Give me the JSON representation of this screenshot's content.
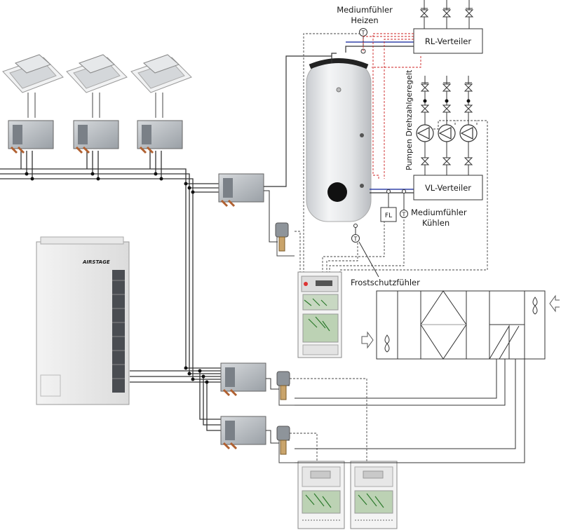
{
  "labels": {
    "medium_heizen_line1": "Mediumfühler",
    "medium_heizen_line2": "Heizen",
    "rl_verteiler": "RL-Verteiler",
    "vl_verteiler": "VL-Verteiler",
    "pumpen": "Pumpen Drehzahlgeregelt",
    "fl": "FL",
    "medium_kuehlen_line1": "Mediumfühler",
    "medium_kuehlen_line2": "Kühlen",
    "frostschutz": "Frostschutzfühler",
    "sensor_symbol": "T",
    "brand": "AIRSTAGE"
  },
  "colors": {
    "pipe": "#333333",
    "heating_return": "#cc2222",
    "cooling_line": "#3344aa",
    "signal_dashed": "#444444",
    "tank_body": "#e9ebed",
    "outdoor_unit": "#eeeeee"
  }
}
